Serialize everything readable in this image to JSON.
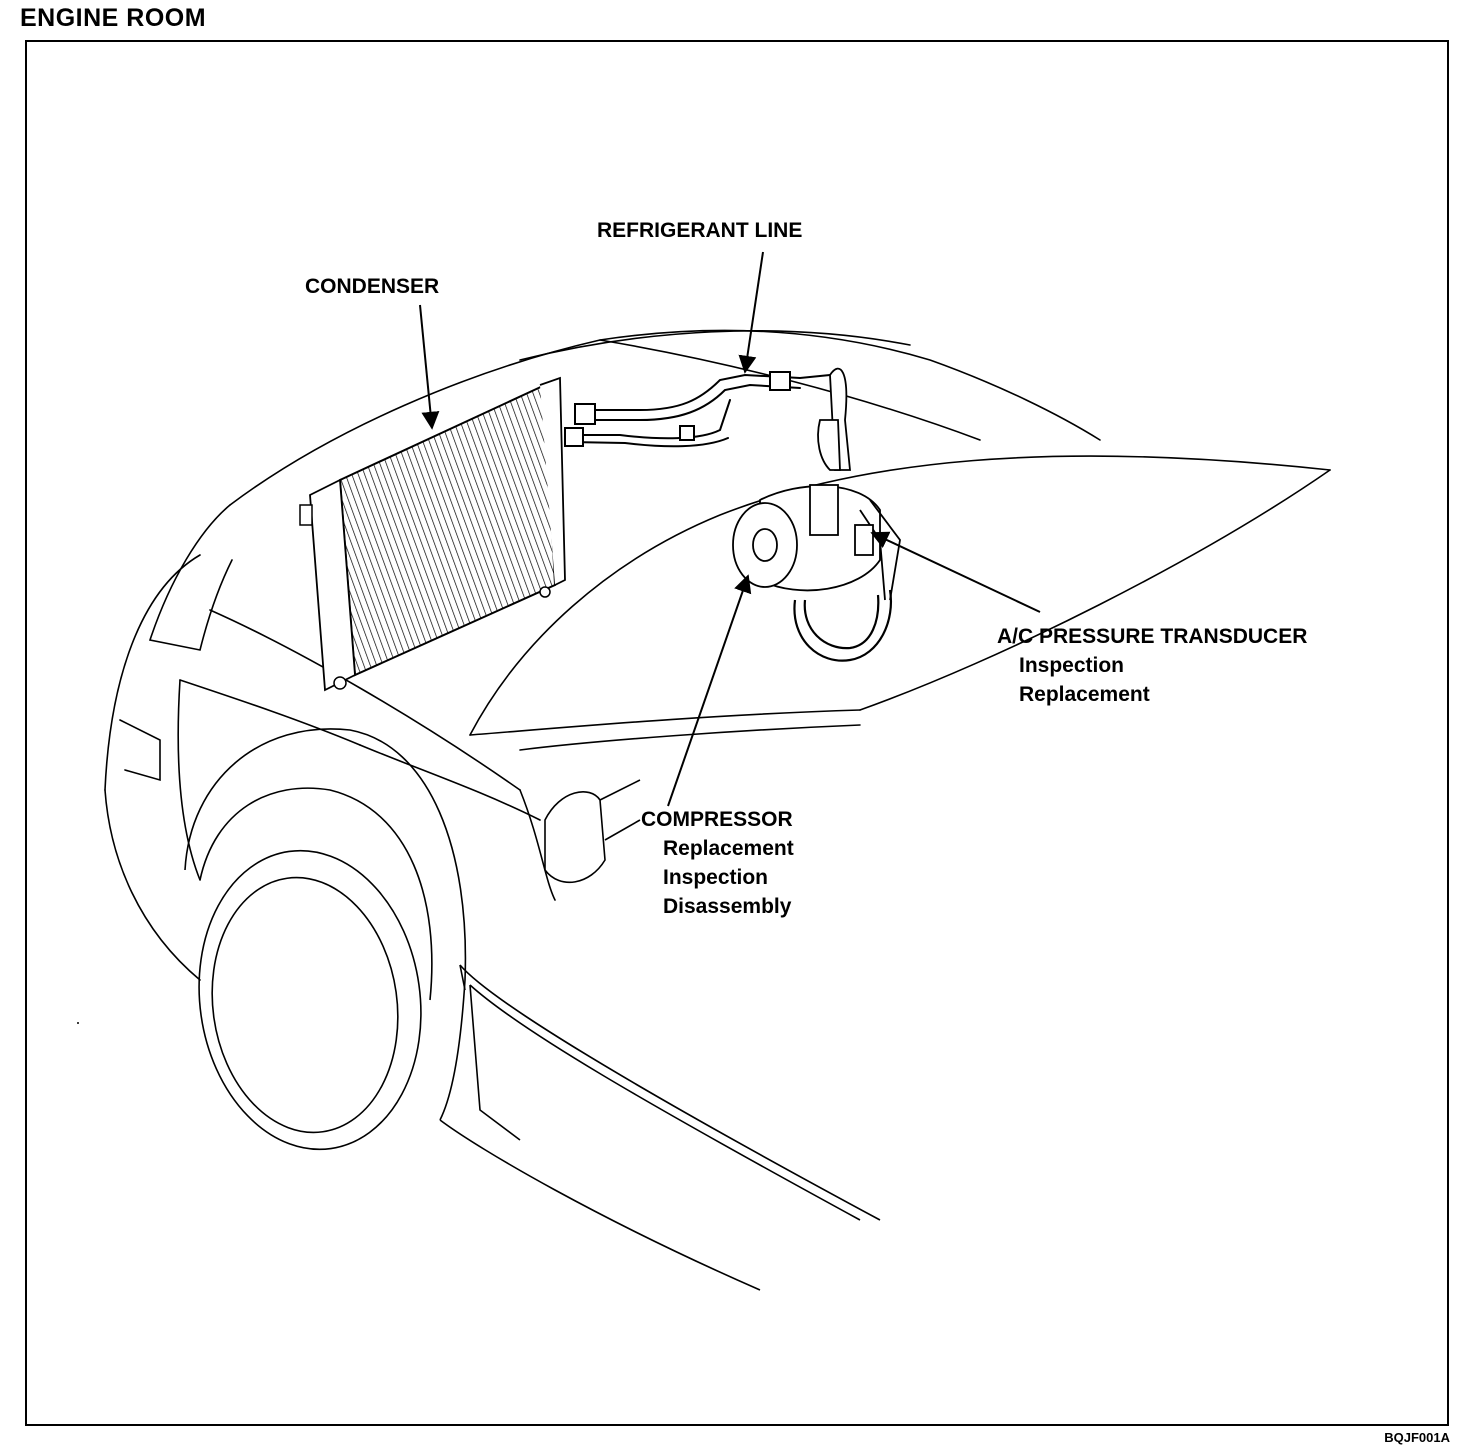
{
  "section_title": "ENGINE ROOM",
  "figure_id": "BQJF001A",
  "labels": {
    "condenser": {
      "title": "CONDENSER"
    },
    "refrigerant_line": {
      "title": "REFRIGERANT LINE"
    },
    "pressure_transducer": {
      "title": "A/C PRESSURE TRANSDUCER",
      "items": [
        "Inspection",
        "Replacement"
      ]
    },
    "compressor": {
      "title": "COMPRESSOR",
      "items": [
        "Replacement",
        "Inspection",
        "Disassembly"
      ]
    }
  },
  "colors": {
    "ink": "#000000",
    "paper": "#ffffff"
  }
}
